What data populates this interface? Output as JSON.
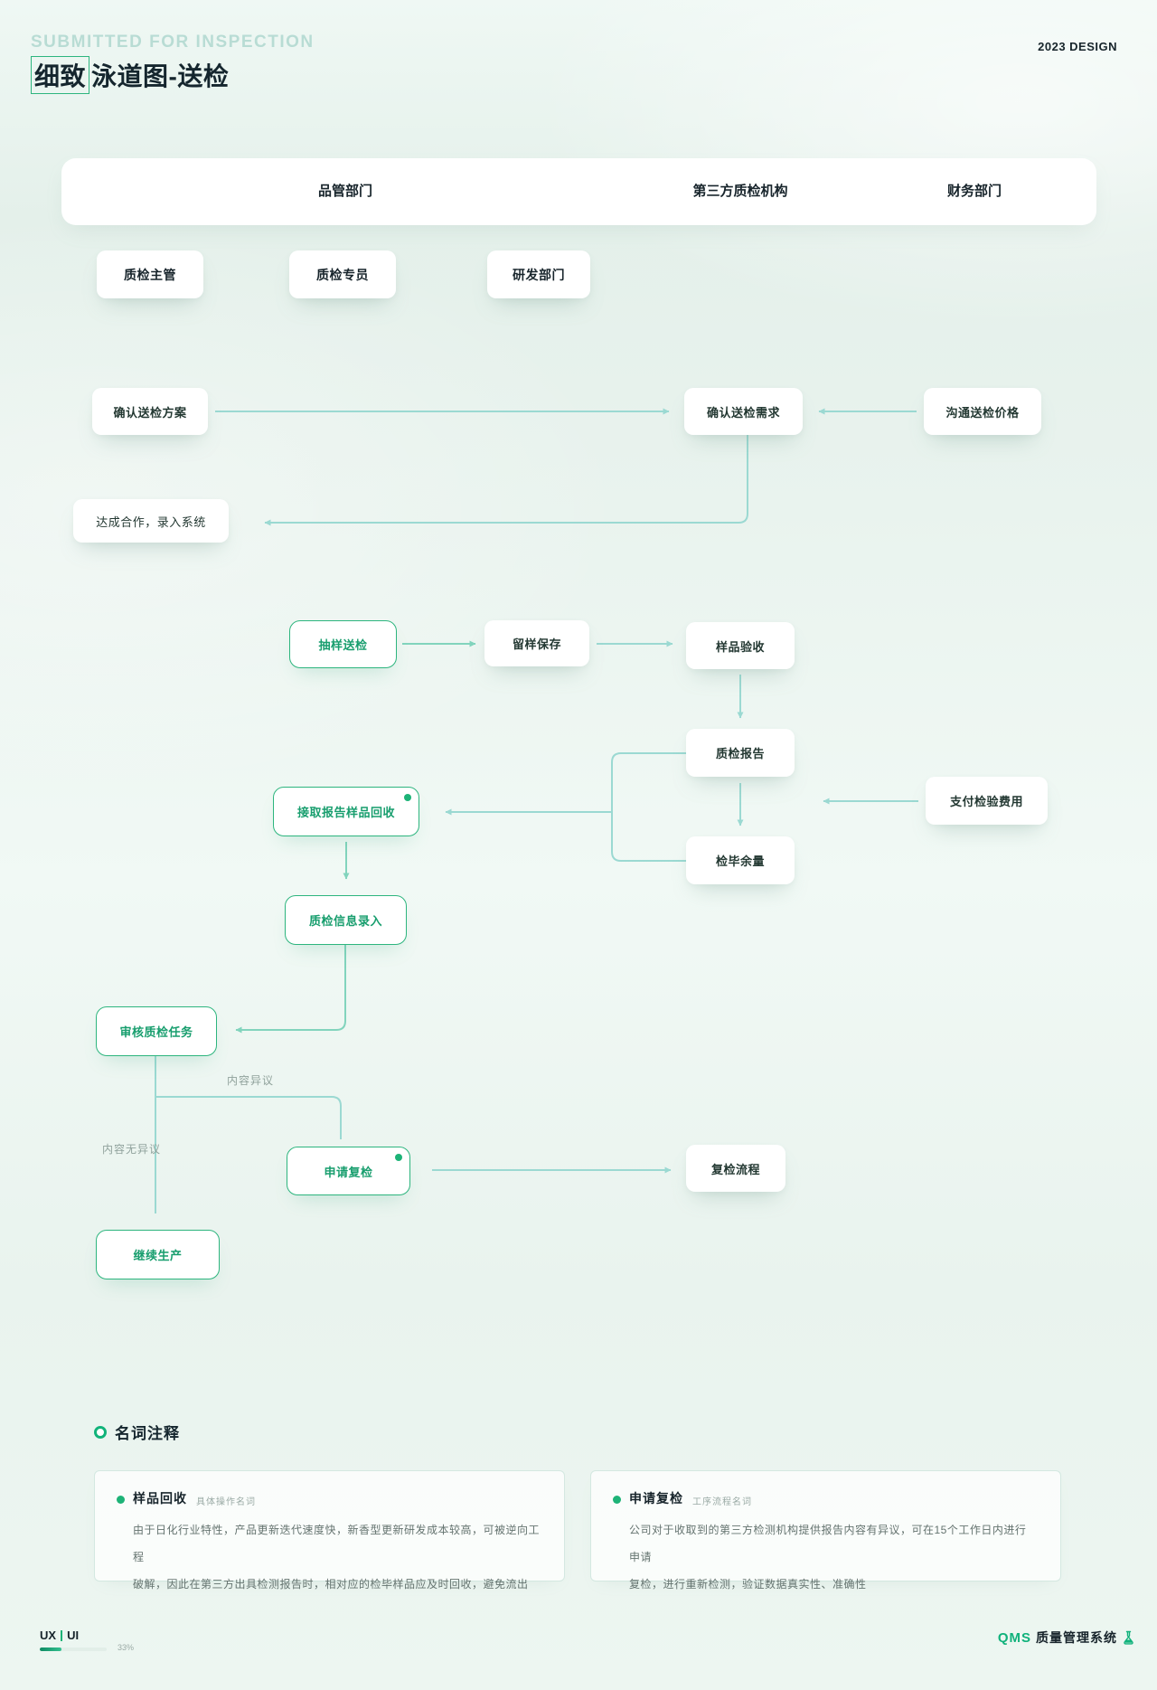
{
  "header": {
    "eyebrow": "SUBMITTED FOR INSPECTION",
    "title_highlight": "细致",
    "title_rest": "泳道图-送检",
    "year_label": "2023 DESIGN"
  },
  "lanes": {
    "quality_dept": "品管部门",
    "third_party": "第三方质检机构",
    "finance": "财务部门"
  },
  "roles": {
    "qc_supervisor": "质检主管",
    "qc_specialist": "质检专员",
    "rd_dept": "研发部门"
  },
  "nodes": {
    "confirm_plan": "确认送检方案",
    "confirm_need": "确认送检需求",
    "negotiate_price": "沟通送检价格",
    "cooperation": "达成合作，录入系统",
    "sampling": "抽样送检",
    "retain_sample": "留样保存",
    "sample_acceptance": "样品验收",
    "qc_report": "质检报告",
    "remaining_sample": "检毕余量",
    "pay_fee": "支付检验费用",
    "receive_report": "接取报告样品回收",
    "qc_entry": "质检信息录入",
    "review_task": "审核质检任务",
    "apply_recheck": "申请复检",
    "recheck_flow": "复检流程",
    "continue_production": "继续生产"
  },
  "edge_labels": {
    "dispute": "内容异议",
    "no_dispute": "内容无异议"
  },
  "glossary": {
    "section_title": "名词注释",
    "cards": [
      {
        "term": "样品回收",
        "tag": "具体操作名词",
        "line1": "由于日化行业特性，产品更新迭代速度快，新香型更新研发成本较高，可被逆向工程",
        "line2": "破解，因此在第三方出具检测报告时，相对应的检毕样品应及时回收，避免流出"
      },
      {
        "term": "申请复检",
        "tag": "工序流程名词",
        "line1": "公司对于收取到的第三方检测机构提供报告内容有异议，可在15个工作日内进行申请",
        "line2": "复检，进行重新检测，验证数据真实性、准确性"
      }
    ]
  },
  "footer": {
    "ux": "UX",
    "ui": "UI",
    "progress_percent": "33%",
    "brand_abbr": "QMS",
    "brand_name": "质量管理系统"
  },
  "colors": {
    "accent_green": "#1db377",
    "arrow_teal": "#9bd9d2",
    "arrow_green": "#82d4bd"
  }
}
